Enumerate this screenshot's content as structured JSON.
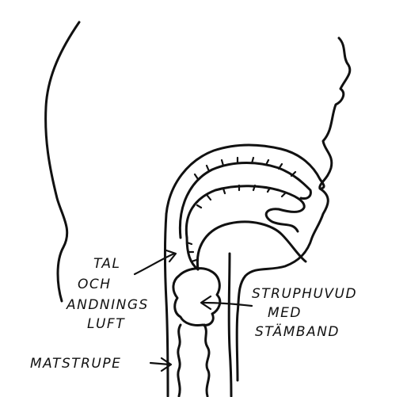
{
  "diagram": {
    "labels": {
      "tal": "TAL",
      "och": "OCH",
      "andnings": "ANDNINGS",
      "luft": "LUFT",
      "struphuvud": "STRUPHUVUD",
      "med": "MED",
      "stamband": "STÄMBAND",
      "matstrupe": "MATSTRUPE"
    },
    "colors": {
      "ink": "#111111",
      "paper": "#ffffff"
    }
  }
}
